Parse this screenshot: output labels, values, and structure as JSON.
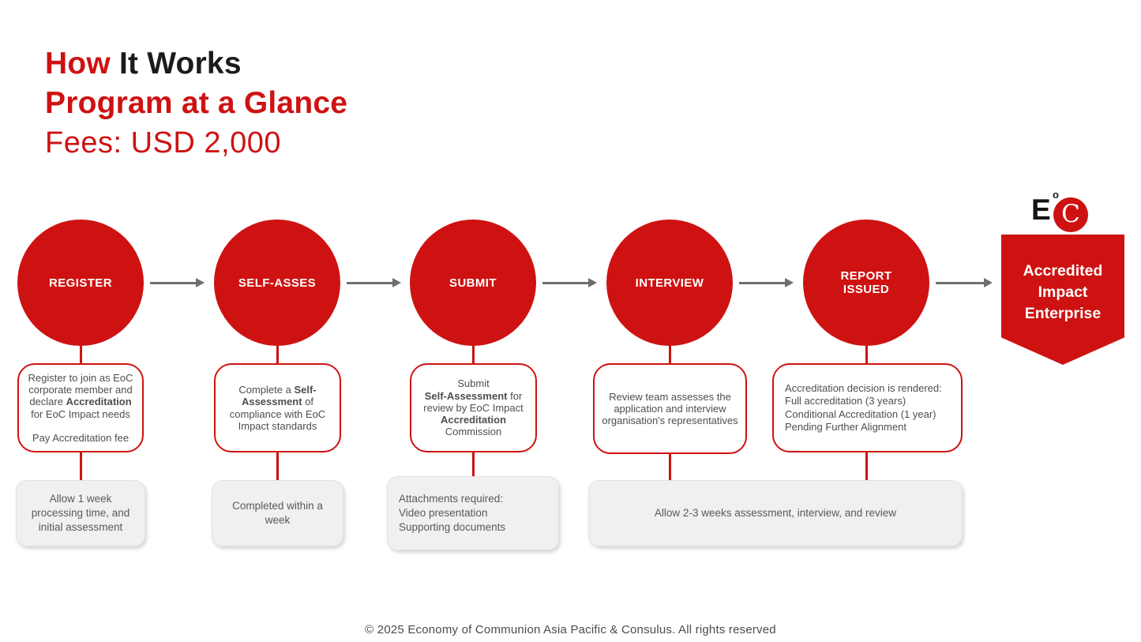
{
  "header": {
    "title_red": "How",
    "title_black": " It Works",
    "subtitle": "Program at a Glance",
    "fees": "Fees: USD 2,000"
  },
  "colors": {
    "brand_red": "#ce1212",
    "arrow_gray": "#6d6e71",
    "note_box_bg": "#f0f0f1",
    "body_text_gray": "#58595b"
  },
  "steps": [
    {
      "label": "REGISTER",
      "detail": [
        {
          "text": "Register to join as EoC corporate member and declare "
        },
        {
          "text": "Accreditation",
          "bold": true
        },
        {
          "text": " for EoC Impact needs"
        },
        {
          "br": 2
        },
        {
          "text": "Pay Accreditation fee"
        }
      ]
    },
    {
      "label": "SELF-ASSES",
      "detail": [
        {
          "text": "Complete a "
        },
        {
          "text": "Self-Assessment",
          "bold": true
        },
        {
          "text": " of compliance with EoC Impact standards"
        }
      ]
    },
    {
      "label": "SUBMIT",
      "detail": [
        {
          "text": "Submit"
        },
        {
          "br": 1
        },
        {
          "text": "Self-Assessment",
          "bold": true
        },
        {
          "text": " for review by EoC Impact "
        },
        {
          "text": "Accreditation",
          "bold": true
        },
        {
          "text": " Commission"
        }
      ]
    },
    {
      "label": "INTERVIEW",
      "detail": [
        {
          "text": "Review team assesses the application and interview organisation's representatives"
        }
      ]
    },
    {
      "label": "REPORT ISSUED",
      "detail": [
        {
          "text": "Accreditation decision is rendered:"
        },
        {
          "br": 1
        },
        {
          "text": "Full accreditation (3 years)"
        },
        {
          "br": 1
        },
        {
          "text": "Conditional Accreditation (1 year)"
        },
        {
          "br": 1
        },
        {
          "text": "Pending Further Alignment"
        }
      ]
    }
  ],
  "notes": [
    {
      "text": "Allow 1 week processing time, and initial assessment"
    },
    {
      "text": "Completed within a week"
    },
    {
      "segments": [
        {
          "text": "Attachments required:"
        },
        {
          "br": 1
        },
        {
          "text": "Video presentation"
        },
        {
          "br": 1
        },
        {
          "text": "Supporting documents"
        }
      ]
    },
    {
      "text": "Allow 2-3 weeks assessment, interview, and review"
    }
  ],
  "result": {
    "lines": [
      "Accredited",
      "Impact",
      "Enterprise"
    ],
    "logo": {
      "e": "E",
      "o": "o",
      "c": "C"
    }
  },
  "footer": {
    "text": "© 2025 Economy of Communion Asia Pacific & Consulus. All rights reserved"
  }
}
